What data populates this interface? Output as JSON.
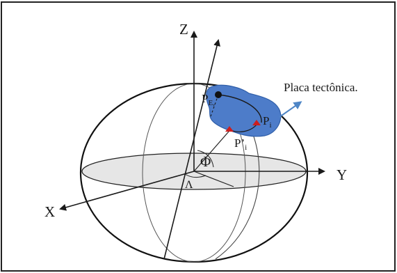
{
  "axes": {
    "z": "Z",
    "y": "Y",
    "x": "X"
  },
  "angles": {
    "latitude": "Φ",
    "longitude": "Λ"
  },
  "points": {
    "euler_pole": {
      "base": "P",
      "sub": "E,"
    },
    "point_i": {
      "base": "P",
      "sub": "i"
    },
    "point_i_prime": {
      "base": "P’",
      "sub": "i"
    }
  },
  "annotation": {
    "plate_label": "Placa tectônica."
  },
  "colors": {
    "plate_fill": "#4d7cc9",
    "plate_stroke": "#2f5ea8",
    "arrow": "#4f86c6",
    "point_marker": "#cc1e1e",
    "pole_marker": "#111111",
    "equator_fill": "#e6e6e6"
  }
}
